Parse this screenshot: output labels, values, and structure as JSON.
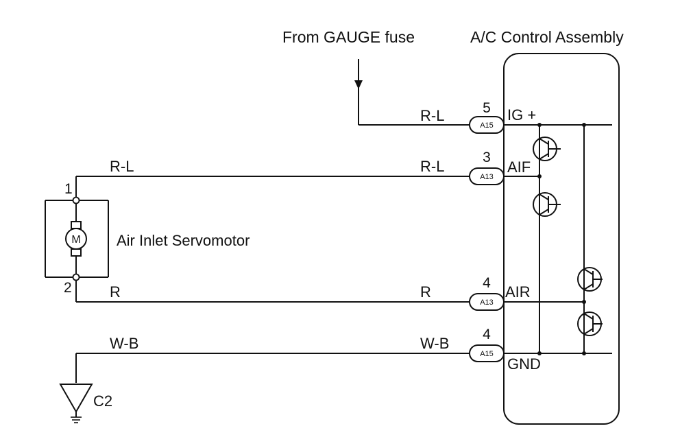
{
  "title_fuse": "From GAUGE fuse",
  "title_assembly": "A/C Control Assembly",
  "motor": {
    "label": "Air Inlet Servomotor",
    "symbol": "M",
    "pin1": "1",
    "pin2": "2"
  },
  "wires": {
    "rl_top": "R-L",
    "rl_left": "R-L",
    "rl_right": "R-L",
    "r_left": "R",
    "r_right": "R",
    "wb_left": "W-B",
    "wb_right": "W-B"
  },
  "connectors": {
    "c1": {
      "pin": "5",
      "id": "A15"
    },
    "c2": {
      "pin": "3",
      "id": "A13"
    },
    "c3": {
      "pin": "4",
      "id": "A13"
    },
    "c4": {
      "pin": "4",
      "id": "A15"
    }
  },
  "terminals": {
    "ig": "IG +",
    "aif": "AIF",
    "air": "AIR",
    "gnd": "GND"
  },
  "ground": {
    "label": "C2"
  }
}
